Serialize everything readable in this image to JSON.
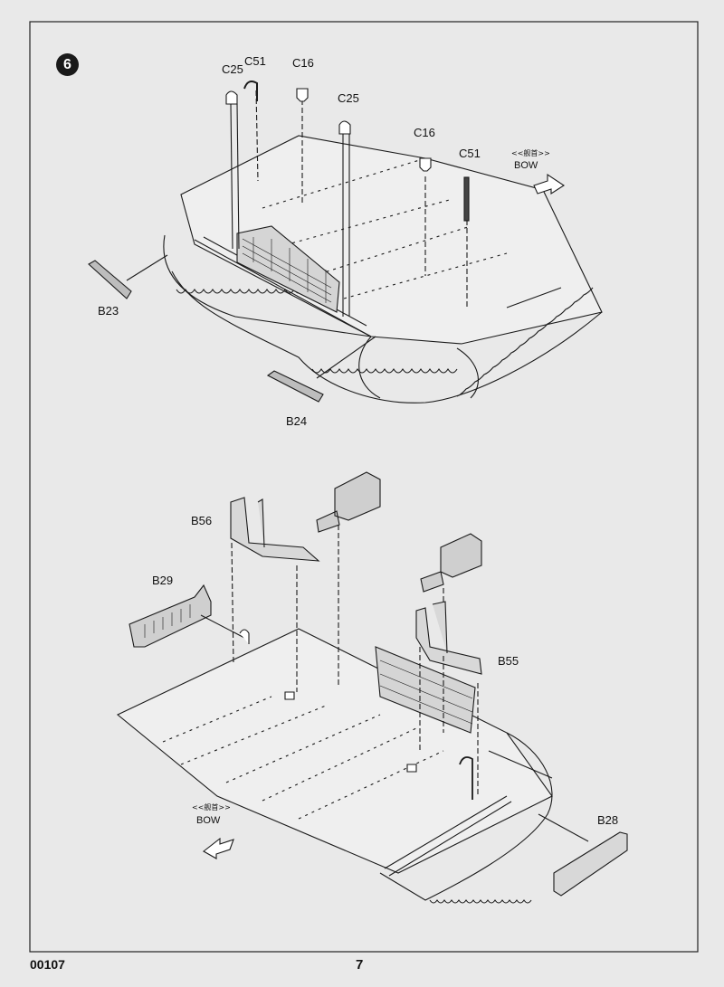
{
  "step": {
    "number": "6"
  },
  "top_assembly": {
    "labels": {
      "c25_left": "C25",
      "c51_left": "C51",
      "c16_left": "C16",
      "c25_right": "C25",
      "c16_right": "C16",
      "c51_right": "C51",
      "b23": "B23",
      "b24": "B24"
    },
    "bow": {
      "cn": "<<舰首>>",
      "en": "BOW"
    }
  },
  "bottom_assembly": {
    "labels": {
      "b56": "B56",
      "b29": "B29",
      "b55": "B55",
      "b28": "B28"
    },
    "bow": {
      "cn": "<<舰首>>",
      "en": "BOW"
    }
  },
  "footer": {
    "code": "00107",
    "page": "7"
  },
  "colors": {
    "ink": "#1a1a1a",
    "paper": "#e9e9e9",
    "part_fill": "#cfcfcf"
  }
}
